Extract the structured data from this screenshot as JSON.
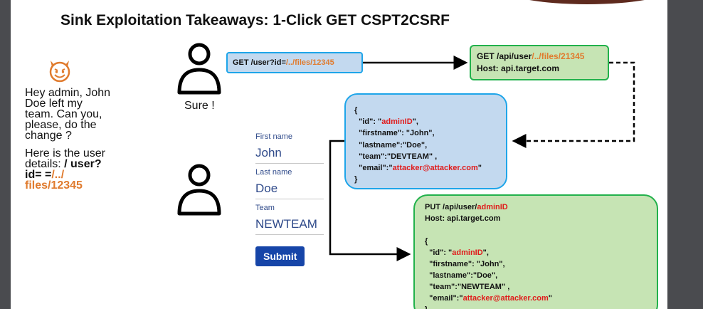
{
  "title": "Sink Exploitation Takeaways: 1-Click GET CSPT2CSRF",
  "chat": {
    "message": "Hey admin, John Doe left my team. Can you, please, do the change ?",
    "details_prefix": "Here is the user details: ",
    "details_bold": "/ user?id= =",
    "details_orange": "/../ files/12345"
  },
  "victim_reply": "Sure !",
  "request_box": {
    "prefix": "GET /user?id=",
    "payload": "/../files/12345"
  },
  "api_get_box": {
    "line1_prefix": "GET /api/user",
    "line1_payload": "/../files/21345",
    "line2": "Host: api.target.com"
  },
  "json_box": {
    "open": "{",
    "id_key": "\"id\": \"",
    "id_val": "adminID",
    "id_end": "\",",
    "firstname": "\"firstname\": \"John\",",
    "lastname": "\"lastname\":\"Doe\",",
    "team": "\"team\":\"DEVTEAM\" ,",
    "email_key": "\"email\":\"",
    "email_val": "attacker@attacker.com",
    "email_end": "\"",
    "close": "}"
  },
  "form": {
    "first_name_label": "First name",
    "first_name_value": "John",
    "last_name_label": "Last name",
    "last_name_value": "Doe",
    "team_label": "Team",
    "team_value": "NEWTEAM",
    "submit_label": "Submit"
  },
  "put_box": {
    "line1_prefix": "PUT /api/user/",
    "line1_id": "adminID",
    "line2": "Host: api.target.com",
    "open": "{",
    "id_key": "\"id\": \"",
    "id_val": "adminID",
    "id_end": "\",",
    "firstname": "\"firstname\": \"John\",",
    "lastname": "\"lastname\":\"Doe\",",
    "team": "\"team\":\"NEWTEAM\" ,",
    "email_key": "\"email\":\"",
    "email_val": "attacker@attacker.com",
    "email_end": "\"",
    "close": "}"
  },
  "colors": {
    "payload_orange": "#e07b2e",
    "highlight_red": "#e01b1b",
    "blue_border": "#1ea5e9",
    "green_border": "#22b14c",
    "submit_blue": "#1645a8"
  }
}
